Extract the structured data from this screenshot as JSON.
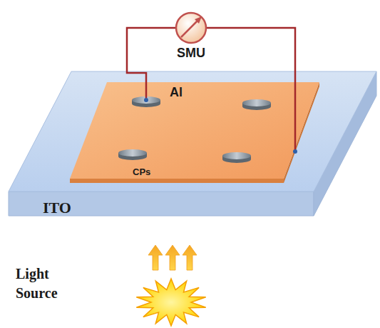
{
  "diagram": {
    "nodes": [
      {
        "text": [
          "ITO"
        ]
      },
      {
        "text": [
          "CPs"
        ],
        "in": 0
      },
      {
        "text": [
          "SMU"
        ]
      }
    ],
    "edges": [
      {
        "from": 2,
        "to": 1,
        "arrow": "none"
      },
      {
        "from": 2,
        "to": 0,
        "arrow": "none"
      }
    ],
    "labels": [
      "Al",
      "Light Source"
    ]
  }
}
